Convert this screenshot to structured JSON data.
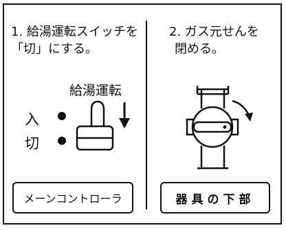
{
  "steps": {
    "step1": {
      "line1": "1. 給湯運転スイッチを",
      "line2": "「切」にする。"
    },
    "step2": {
      "line1": "2. ガス元せんを",
      "line2": "閉める。"
    }
  },
  "switch_diagram": {
    "title": "給湯運転",
    "on_label": "入",
    "off_label": "切"
  },
  "labels": {
    "left_box": "メーンコントローラ",
    "right_box": "器具の下部"
  },
  "icons": {
    "arrow_down": "arrow-down-icon",
    "rotate_arrow": "rotate-arrow-icon",
    "gas_valve": "gas-valve-icon",
    "switch": "toggle-switch-icon"
  }
}
